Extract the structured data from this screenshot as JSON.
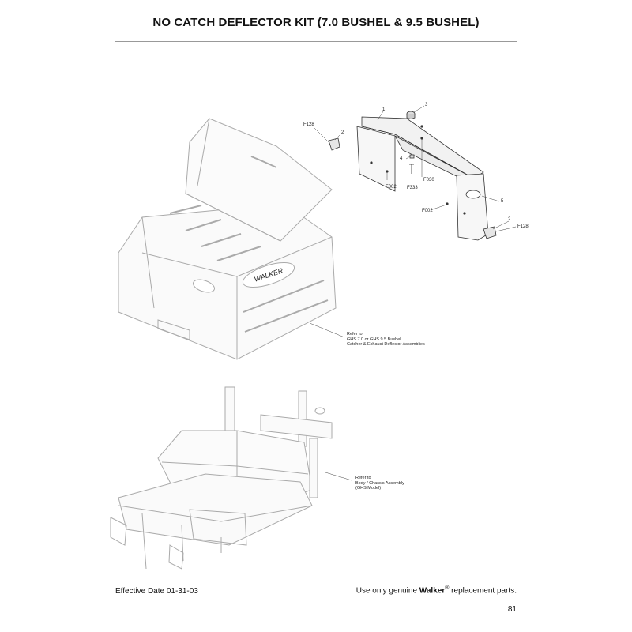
{
  "title": "NO CATCH DEFLECTOR KIT (7.0 BUSHEL & 9.5 BUSHEL)",
  "callouts": {
    "p1": "1",
    "p2a": "2",
    "p2b": "2",
    "p3": "3",
    "p4": "4",
    "p5": "5",
    "f128a": "F128",
    "f128b": "F128",
    "f002a": "F002",
    "f002b": "F002",
    "f030": "F030",
    "f333": "F333"
  },
  "brand_label": "WALKER",
  "ref_catcher": {
    "line1": "Refer to",
    "line2": "GHS 7.0 or GHS 9.5 Bushel",
    "line3": "Catcher & Exhaust Deflector Assemblies"
  },
  "ref_chassis": {
    "line1": "Refer to",
    "line2": "Body / Chassis Assembly",
    "line3": "(GHS Model)"
  },
  "footer": {
    "effective_date": "Effective Date 01-31-03",
    "replacement_prefix": "Use only genuine",
    "brand": "Walker",
    "registered": "®",
    "replacement_suffix": "replacement parts.",
    "page_number": "81"
  }
}
